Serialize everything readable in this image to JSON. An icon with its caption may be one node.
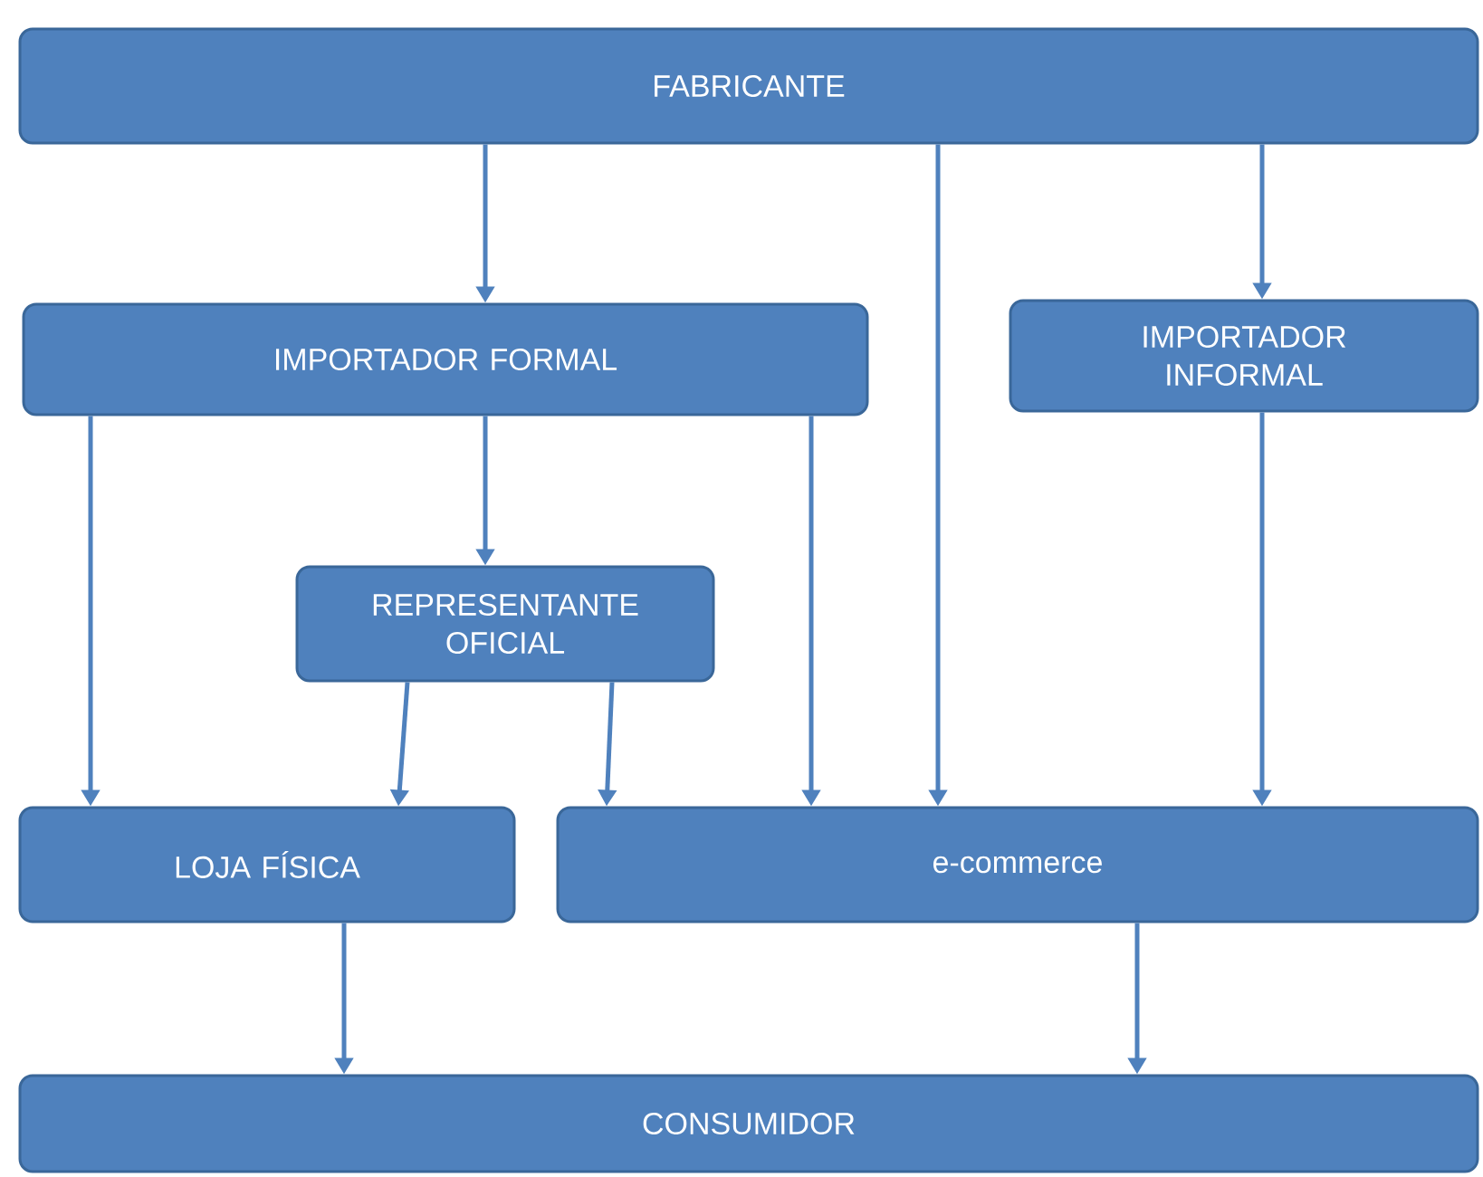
{
  "diagram": {
    "nodes": [
      {
        "text": [
          "FABRICANTE"
        ]
      },
      {
        "text": [
          "IMPORTADOR FORMAL"
        ]
      },
      {
        "text": [
          "IMPORTADOR INFORMAL"
        ]
      },
      {
        "text": [
          "REPRESENTANTE OFICIAL"
        ]
      },
      {
        "text": [
          "LOJA FÍSICA"
        ]
      },
      {
        "text": [
          "e-commerce"
        ]
      },
      {
        "text": [
          "CONSUMIDOR"
        ]
      }
    ],
    "edges": [
      {
        "from": 0,
        "to": 1,
        "arrow": "to"
      },
      {
        "from": 0,
        "to": 5,
        "arrow": "to"
      },
      {
        "from": 0,
        "to": 2,
        "arrow": "to"
      },
      {
        "from": 1,
        "to": 4,
        "arrow": "to"
      },
      {
        "from": 1,
        "to": 3,
        "arrow": "to"
      },
      {
        "from": 1,
        "to": 5,
        "arrow": "to"
      },
      {
        "from": 3,
        "to": 4,
        "arrow": "to"
      },
      {
        "from": 3,
        "to": 5,
        "arrow": "to"
      },
      {
        "from": 2,
        "to": 5,
        "arrow": "to"
      },
      {
        "from": 4,
        "to": 6,
        "arrow": "to"
      },
      {
        "from": 5,
        "to": 6,
        "arrow": "to"
      }
    ]
  }
}
